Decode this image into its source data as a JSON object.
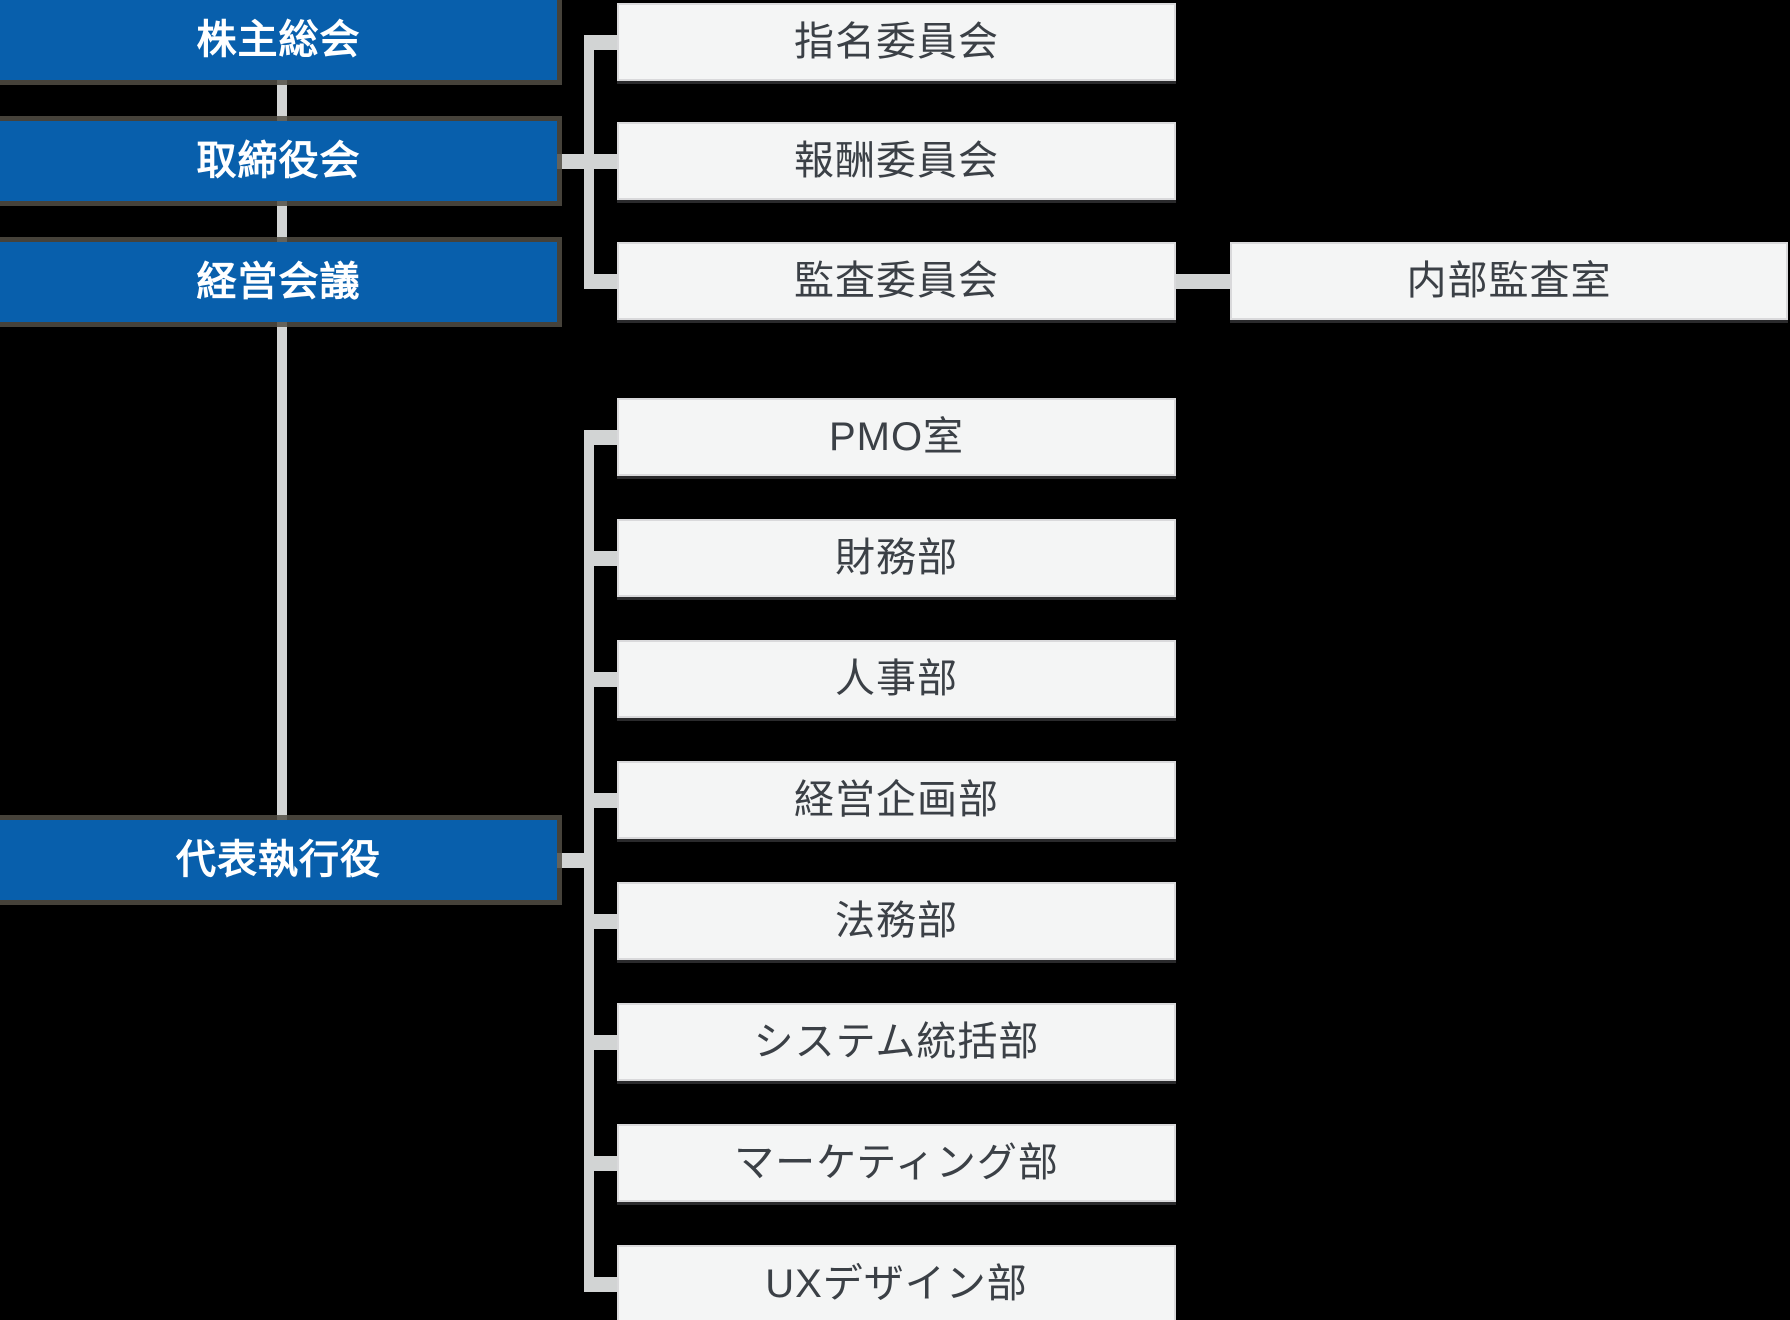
{
  "colors": {
    "background": "#000000",
    "primary_blue": "#085FAC",
    "node_fill": "#F4F5F5",
    "node_border": "#D9D9DB",
    "connector": "#D2D4D4",
    "node_text": "#3B4046",
    "blue_node_text": "#FFFFFF"
  },
  "governance": [
    {
      "id": "shareholders-meeting",
      "label": "株主総会"
    },
    {
      "id": "board-of-directors",
      "label": "取締役会"
    },
    {
      "id": "management-council",
      "label": "経営会議"
    },
    {
      "id": "representative-executive-officer",
      "label": "代表執行役"
    }
  ],
  "committees": [
    {
      "id": "nomination-committee",
      "label": "指名委員会"
    },
    {
      "id": "compensation-committee",
      "label": "報酬委員会"
    },
    {
      "id": "audit-committee",
      "label": "監査委員会"
    }
  ],
  "audit_office": {
    "id": "internal-audit-office",
    "label": "内部監査室"
  },
  "departments": [
    {
      "id": "pmo-office",
      "label": "PMO室"
    },
    {
      "id": "finance-dept",
      "label": "財務部"
    },
    {
      "id": "hr-dept",
      "label": "人事部"
    },
    {
      "id": "corporate-planning-dept",
      "label": "経営企画部"
    },
    {
      "id": "legal-dept",
      "label": "法務部"
    },
    {
      "id": "system-management-dept",
      "label": "システム統括部"
    },
    {
      "id": "marketing-dept",
      "label": "マーケティング部"
    },
    {
      "id": "ux-design-dept",
      "label": "UXデザイン部"
    }
  ]
}
